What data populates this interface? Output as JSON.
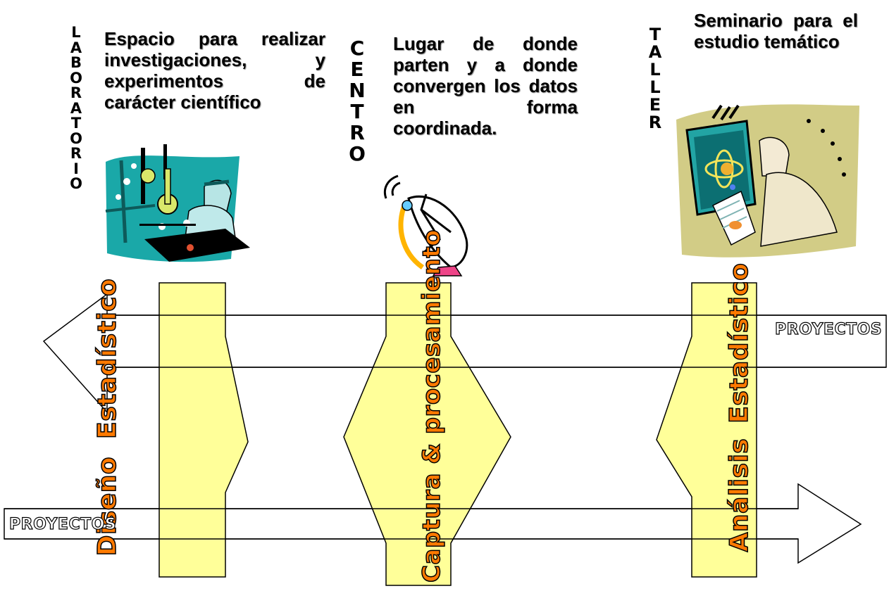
{
  "vertical_words": {
    "laboratorio": [
      "L",
      "A",
      "B",
      "O",
      "R",
      "A",
      "T",
      "O",
      "R",
      "I",
      "O"
    ],
    "centro": [
      "C",
      "E",
      "N",
      "T",
      "R",
      "O"
    ],
    "taller": [
      "T",
      "A",
      "L",
      "L",
      "E",
      "R"
    ]
  },
  "descriptions": {
    "laboratorio": "Espacio para realizar investigaciones, y experimentos de carácter científico",
    "centro": "Lugar de donde parten y a donde convergen los datos en forma coordinada.",
    "taller": "Seminario para el estudio temático"
  },
  "boxes": {
    "diseno": "Diseño Estadístico",
    "captura": "Captura & procesamiento",
    "analisis": "Análisis Estadístico"
  },
  "arrows": {
    "top_label": "PROYECTOS",
    "bottom_label": "PROYECTOS"
  },
  "colors": {
    "box_fill": "#ffff99",
    "box_text": "#ff7a00",
    "arrow_fill": "#ffffff",
    "outline": "#000000"
  },
  "icons": [
    "scientist-lab-illustration",
    "satellite-dish-illustration",
    "scientist-atom-illustration"
  ]
}
